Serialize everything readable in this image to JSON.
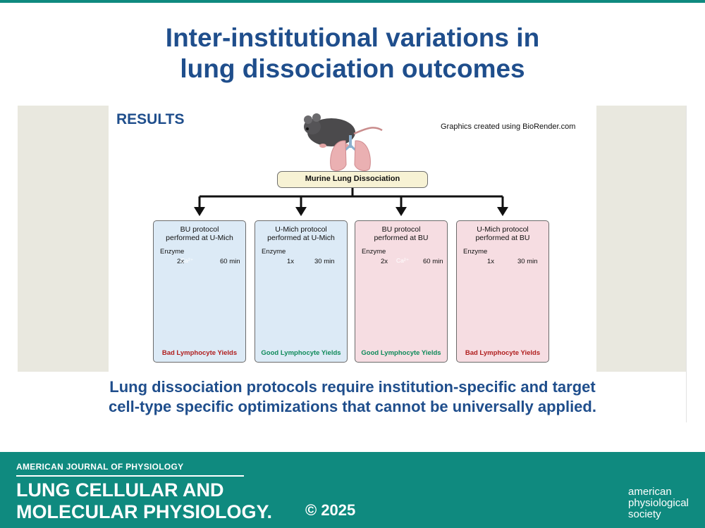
{
  "title_line1": "Inter-institutional variations in",
  "title_line2": "lung dissociation outcomes",
  "results_label": "RESULTS",
  "credit": "Graphics created using BioRender.com",
  "root": "Murine Lung Dissociation",
  "enzyme_label": "Enzyme",
  "calcium_label": "Ca²⁺",
  "cards": [
    {
      "title1": "BU protocol",
      "title2": "performed at U-Mich",
      "dose": "2x",
      "time": "60 min",
      "outcome": "Bad Lymphocyte Yields"
    },
    {
      "title1": "U-Mich protocol",
      "title2": "performed at U-Mich",
      "dose": "1x",
      "time": "30 min",
      "outcome": "Good Lymphocyte Yields"
    },
    {
      "title1": "BU protocol",
      "title2": "performed at BU",
      "dose": "2x",
      "time": "60 min",
      "outcome": "Good Lymphocyte Yields"
    },
    {
      "title1": "U-Mich protocol",
      "title2": "performed at BU",
      "dose": "1x",
      "time": "30 min",
      "outcome": "Bad Lymphocyte Yields"
    }
  ],
  "subtitle_line1": "Lung dissociation protocols require institution-specific and target",
  "subtitle_line2": "cell-type specific optimizations that cannot be universally applied.",
  "footer": {
    "series": "AMERICAN JOURNAL OF PHYSIOLOGY",
    "journal_line1": "LUNG CELLULAR AND",
    "journal_line2": "MOLECULAR PHYSIOLOGY.",
    "copyright": "© 2025",
    "society_line1": "american",
    "society_line2": "physiological",
    "society_line3": "society"
  },
  "colors": {
    "teal": "#0f8a7f",
    "navy": "#1f4e8c",
    "bad": "#b01e1e",
    "good": "#0f8a5a",
    "card_blue": "#dceaf6",
    "card_pink": "#f6dde2"
  }
}
